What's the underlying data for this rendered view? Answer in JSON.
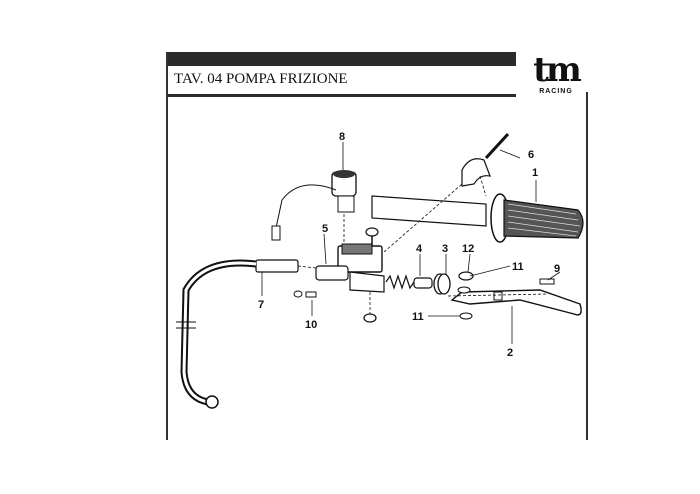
{
  "title": "TAV. 04 POMPA FRIZIONE",
  "logo": {
    "word": "tm",
    "sub": "RACING"
  },
  "callouts": [
    "1",
    "2",
    "3",
    "4",
    "5",
    "6",
    "7",
    "8",
    "9",
    "10",
    "11",
    "11",
    "12"
  ]
}
